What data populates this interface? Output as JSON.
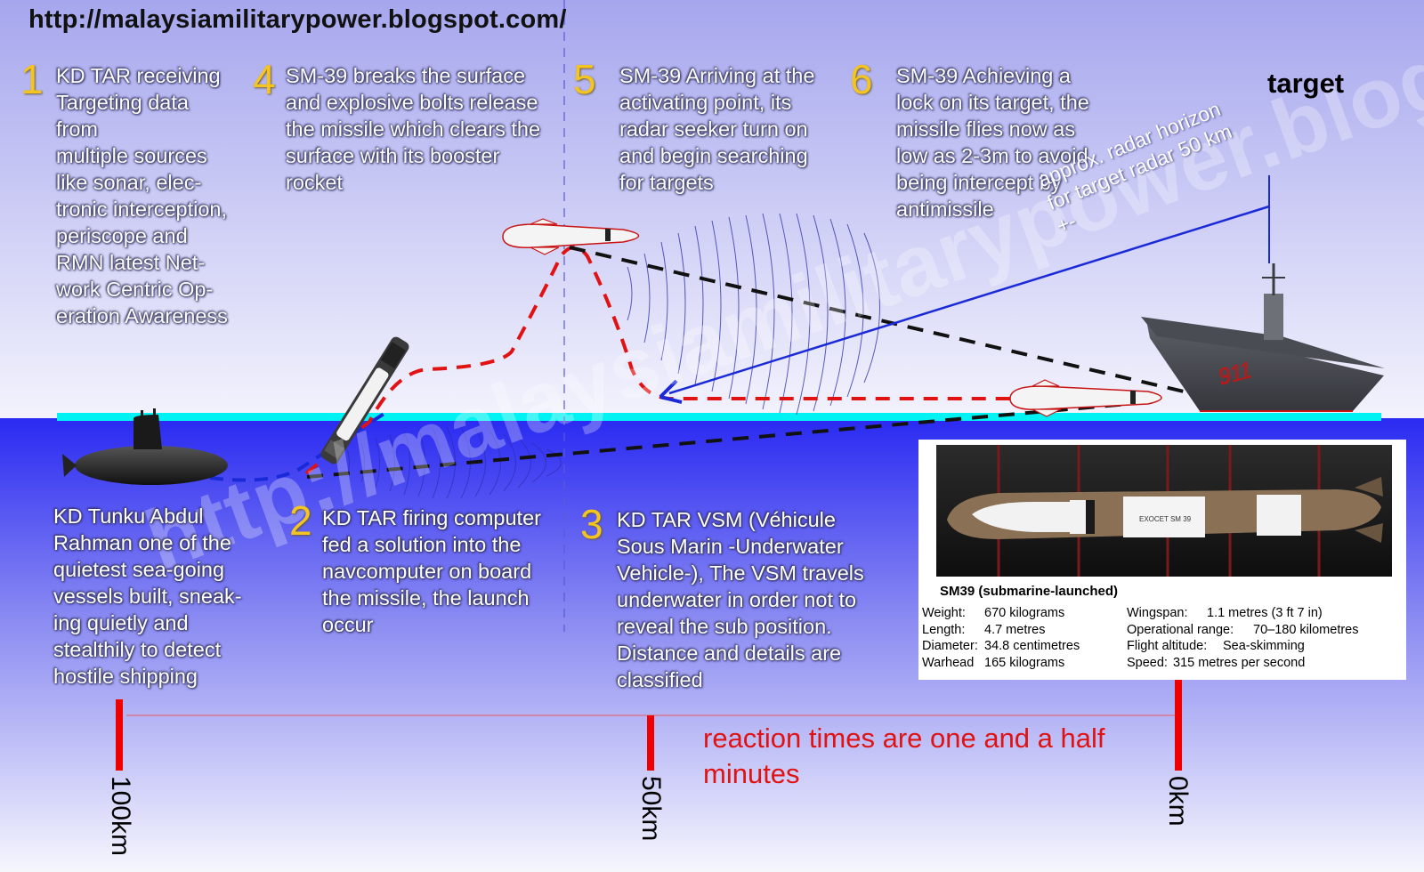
{
  "header": {
    "url": "http://malaysiamilitarypower.blogspot.com/"
  },
  "steps": [
    {
      "number": "1",
      "text": "KD TAR receiving\nTargeting data\nfrom\nmultiple sources\nlike sonar, elec-\ntronic interception,\nperiscope and\nRMN latest Net-\nwork Centric Op-\neration Awareness"
    },
    {
      "number": "4",
      "text": "SM-39 breaks the surface\nand explosive bolts release\nthe missile which clears the\nsurface with its booster\nrocket"
    },
    {
      "number": "5",
      "text": "SM-39 Arriving at the\nactivating point, its\nradar seeker turn on\nand begin searching\nfor targets"
    },
    {
      "number": "6",
      "text": "SM-39 Achieving a\nlock on its target, the\nmissile flies now as\nlow as 2-3m to avoid\nbeing intercept by\nantimissile"
    },
    {
      "number": "",
      "text": "KD Tunku Abdul\nRahman one of the\nquietest sea-going\nvessels built, sneak-\ning quietly and\nstealthily to detect\nhostile shipping"
    },
    {
      "number": "2",
      "text": "KD TAR firing computer\nfed a solution into the\nnavcomputer on board\nthe missile, the launch\noccur"
    },
    {
      "number": "3",
      "text": "KD TAR VSM (Véhicule\nSous Marin -Underwater\nVehicle-), The VSM travels\nunderwater in order not to\nreveal the sub position.\nDistance and details are\nclassified"
    }
  ],
  "target_label": "target",
  "radar_horizon": "approx. radar horizon\nfor target radar 50 km\n+-",
  "watermark": "http://malaysiamilitarypower.blogspot.com/",
  "reaction_note": "reaction times are one and a half minutes",
  "distance_markers": [
    "100km",
    "50km",
    "0km"
  ],
  "spec_box": {
    "title": "SM39 (submarine-launched)",
    "photo_caption": "EXOCET SM 39",
    "left": [
      {
        "key": "Weight:",
        "value": "670 kilograms"
      },
      {
        "key": "Length:",
        "value": "4.7 metres"
      },
      {
        "key": "Diameter:",
        "value": "34.8 centimetres"
      },
      {
        "key": "Warhead",
        "value": "165 kilograms"
      }
    ],
    "right": [
      {
        "key": "Wingspan:",
        "value": "1.1 metres (3 ft 7 in)"
      },
      {
        "key": "Operational range:",
        "value": "70–180 kilometres"
      },
      {
        "key": "Flight altitude:",
        "value": "Sea-skimming"
      },
      {
        "key": "Speed:",
        "value": "315 metres per second"
      }
    ]
  },
  "hull_number": "911",
  "colors": {
    "sky_top": "#a6a6ee",
    "sky_bottom": "#f3f3fd",
    "sea_top": "#2a2af2",
    "sea_bottom": "#f6f6fd",
    "surface_line": "#00f2f2",
    "step_number": "#f4c421",
    "missile_path": "#e01212",
    "sub_path": "#1a2ad8",
    "los_path": "#111111",
    "radar_line": "#1a2ad8",
    "reaction_text": "#e01212",
    "marker": "#ee0000"
  }
}
